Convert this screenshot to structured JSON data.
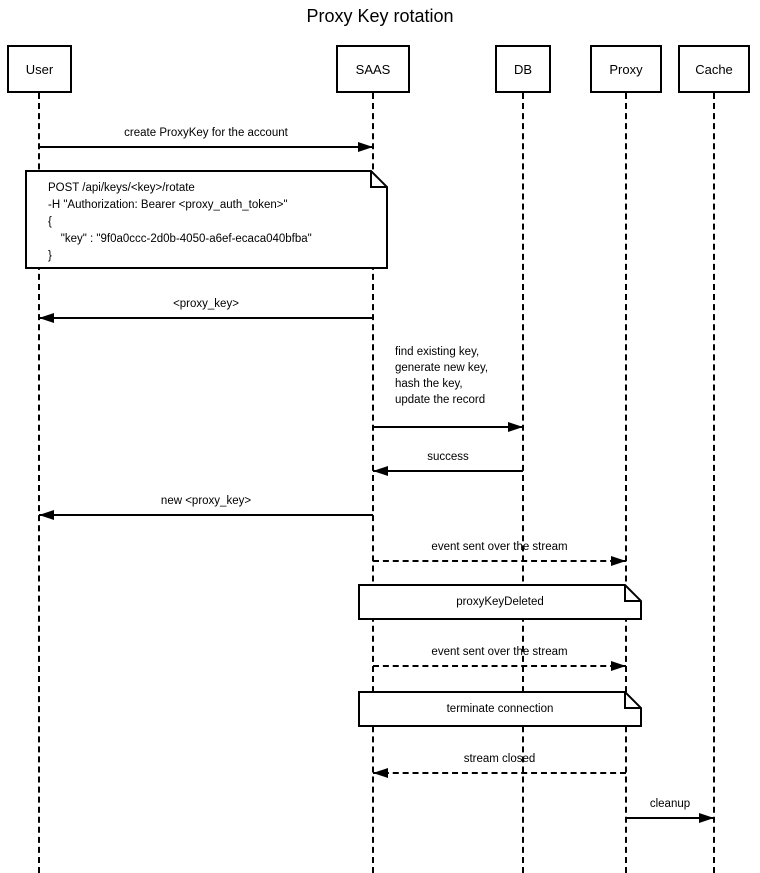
{
  "title": "Proxy Key rotation",
  "colors": {
    "stroke": "#000000",
    "background": "#ffffff",
    "note_fill": "#ffffff"
  },
  "participants": [
    {
      "name": "User"
    },
    {
      "name": "SAAS"
    },
    {
      "name": "DB"
    },
    {
      "name": "Proxy"
    },
    {
      "name": "Cache"
    }
  ],
  "messages": [
    {
      "label": "create ProxyKey for the account",
      "from": "User",
      "to": "SAAS",
      "line": "solid"
    },
    {
      "label": "<proxy_key>",
      "from": "SAAS",
      "to": "User",
      "line": "solid"
    },
    {
      "label": "find existing key,\ngenerate new key,\nhash the key,\nupdate the record",
      "from": "SAAS",
      "to": "DB",
      "line": "solid"
    },
    {
      "label": "success",
      "from": "DB",
      "to": "SAAS",
      "line": "solid"
    },
    {
      "label": "new <proxy_key>",
      "from": "SAAS",
      "to": "User",
      "line": "solid"
    },
    {
      "label": "event sent over the stream",
      "from": "SAAS",
      "to": "Proxy",
      "line": "dashed"
    },
    {
      "label": "event sent over the stream",
      "from": "SAAS",
      "to": "Proxy",
      "line": "dashed"
    },
    {
      "label": "stream closed",
      "from": "Proxy",
      "to": "SAAS",
      "line": "dashed"
    },
    {
      "label": "cleanup",
      "from": "Proxy",
      "to": "Cache",
      "line": "solid"
    }
  ],
  "notes": [
    {
      "text": "POST /api/keys/<key>/rotate\n-H \"Authorization: Bearer <proxy_auth_token>\"\n{\n    \"key\" : \"9f0a0ccc-2d0b-4050-a6ef-ecaca040bfba\"\n}"
    },
    {
      "text": "proxyKeyDeleted"
    },
    {
      "text": "terminate connection"
    }
  ]
}
